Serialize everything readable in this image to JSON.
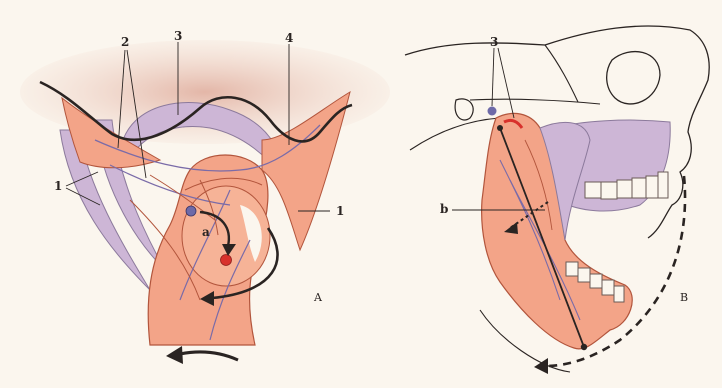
{
  "panel_a": {
    "label_1_left": "1",
    "label_1_right": "1",
    "label_2": "2",
    "label_3": "3",
    "label_4": "4",
    "label_a": "a",
    "panel_letter": "A"
  },
  "panel_b": {
    "label_3": "3",
    "label_b": "b",
    "panel_letter": "B"
  },
  "colors": {
    "background": "#fbf6ee",
    "bone_salmon": "#f3a488",
    "ligament_lilac": "#cdb6d6",
    "shadow_pink": "#e8bfb3",
    "outline": "#2a2422",
    "dot_red": "#d8312c",
    "dot_blue": "#6e6aa8"
  }
}
